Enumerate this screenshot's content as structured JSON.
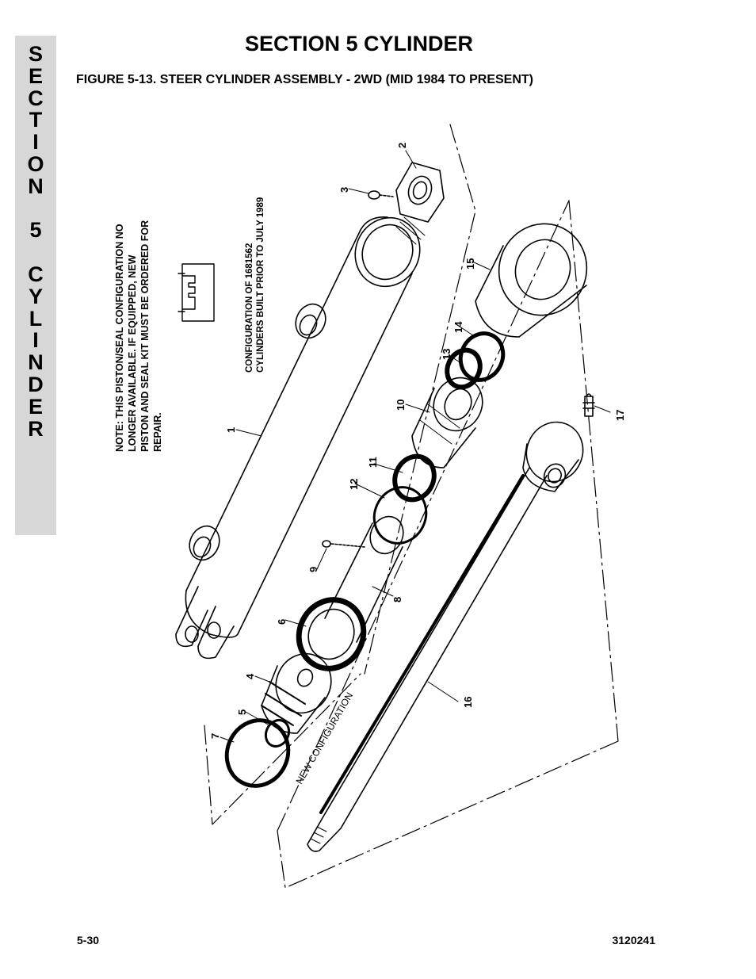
{
  "side_tab": {
    "letters": [
      "S",
      "E",
      "C",
      "T",
      "I",
      "O",
      "N",
      "",
      "5",
      "",
      "C",
      "Y",
      "L",
      "I",
      "N",
      "D",
      "E",
      "R"
    ]
  },
  "header": {
    "section_title": "SECTION 5  CYLINDER",
    "figure_title": "FIGURE 5-13.  STEER CYLINDER ASSEMBLY - 2WD (MID 1984 TO PRESENT)"
  },
  "figure": {
    "note_lines": [
      "NOTE: THIS PISTON/SEAL CONFIGURATION NO",
      "LONGER   AVAILABLE.   IF   EQUIPPED,   NEW",
      "PISTON AND SEAL KIT MUST BE ORDERED FOR",
      "REPAIR."
    ],
    "config_lines": [
      "CONFIGURATION OF 1681562",
      "CYLINDERS BUILT PRIOR TO JULY 1989"
    ],
    "new_config_label": "NEW CONFIGURATION",
    "callouts": {
      "c1": "1",
      "c2": "2",
      "c3": "3",
      "c4": "4",
      "c5": "5",
      "c6": "6",
      "c7": "7",
      "c8": "8",
      "c9": "9",
      "c10": "10",
      "c11": "11",
      "c12": "12",
      "c13": "13",
      "c14": "14",
      "c15": "15",
      "c16": "16",
      "c17": "17"
    }
  },
  "footer": {
    "page_number": "5-30",
    "doc_number": "3120241"
  }
}
